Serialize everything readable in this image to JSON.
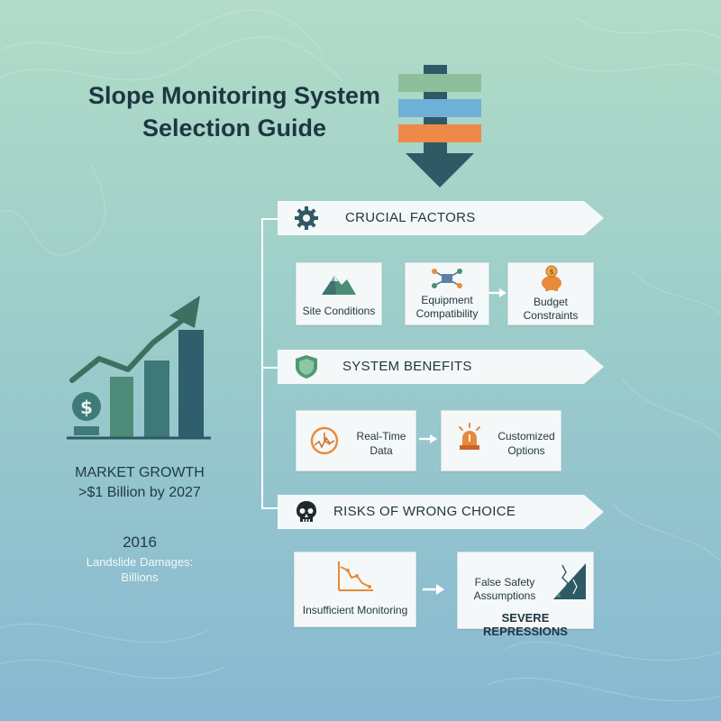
{
  "title": {
    "line1": "Slope Monitoring System",
    "line2": "Selection Guide"
  },
  "market": {
    "heading": "MARKET GROWTH",
    "value": ">$1 Billion by 2027",
    "year": "2016",
    "damages_line1": "Landslide Damages:",
    "damages_line2": "Billions"
  },
  "sections": [
    {
      "title": "CRUCIAL FACTORS",
      "icon": "gear-icon",
      "cards": [
        {
          "label": [
            "Site Conditions"
          ],
          "icon": "mountain-icon"
        },
        {
          "label": [
            "Equipment",
            "Compatibility"
          ],
          "icon": "network-icon"
        },
        {
          "label": [
            "Budget",
            "Constraints"
          ],
          "icon": "piggy-bank-icon"
        }
      ]
    },
    {
      "title": "SYSTEM BENEFITS",
      "icon": "shield-icon",
      "cards": [
        {
          "label": [
            "Real-Time",
            "Data"
          ],
          "icon": "clock-icon"
        },
        {
          "label": [
            "Customized",
            "Options"
          ],
          "icon": "alarm-light-icon"
        }
      ]
    },
    {
      "title": "RISKS OF WRONG CHOICE",
      "icon": "skull-icon",
      "cards": [
        {
          "label": [
            "Insufficient Monitoring"
          ],
          "icon": "declining-chart-icon"
        },
        {
          "label": [
            "False Safety",
            "Assumptions"
          ],
          "sublabel": "SEVERE REPRESSIONS",
          "icon": "cracked-slope-icon"
        }
      ]
    }
  ],
  "colors": {
    "stripe_green": "#8fbf9a",
    "stripe_blue": "#6fb0d8",
    "stripe_orange": "#ee8a48",
    "arrow_dark": "#2f5965",
    "accent_orange": "#e88a3a",
    "shield_green": "#4e9a72"
  }
}
